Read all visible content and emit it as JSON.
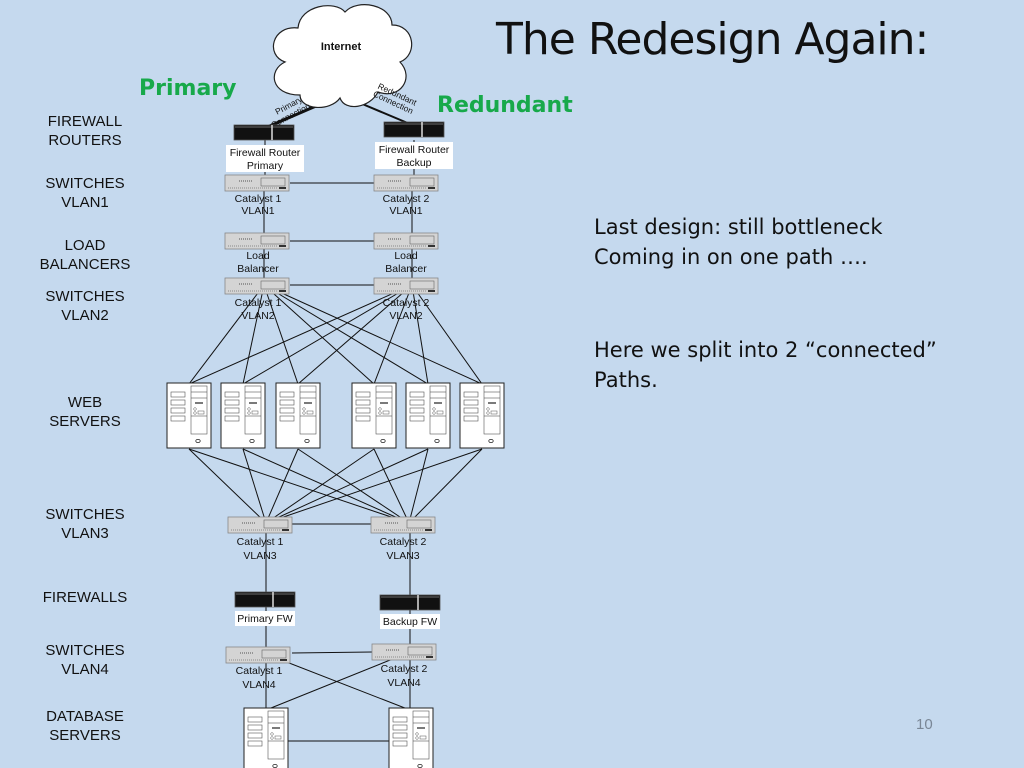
{
  "slide": {
    "title": "The Redesign Again:",
    "primary_label": "Primary",
    "redundant_label": "Redundant",
    "page_number": "10",
    "body": {
      "line1": "Last design: still bottleneck",
      "line2": "Coming in on one path ….",
      "line3": "Here we split into 2 “connected”",
      "line4": "Paths."
    },
    "colors": {
      "background": "#c5d9ee",
      "accent_green": "#17a94a"
    }
  },
  "layers": [
    {
      "line1": "FIREWALL",
      "line2": "ROUTERS"
    },
    {
      "line1": "SWITCHES",
      "line2": "VLAN1"
    },
    {
      "line1": "LOAD",
      "line2": "BALANCERS"
    },
    {
      "line1": "SWITCHES",
      "line2": "VLAN2"
    },
    {
      "line1": "WEB",
      "line2": "SERVERS"
    },
    {
      "line1": "SWITCHES",
      "line2": "VLAN3"
    },
    {
      "line1": "FIREWALLS",
      "line2": ""
    },
    {
      "line1": "SWITCHES",
      "line2": "VLAN4"
    },
    {
      "line1": "DATABASE",
      "line2": "SERVERS"
    }
  ],
  "diagram": {
    "cloud_label": "Internet",
    "primary_connection": [
      "Primary",
      "Connection"
    ],
    "redundant_connection": [
      "Redundant",
      "Connection"
    ],
    "fw_router_primary": [
      "Firewall Router",
      "Primary"
    ],
    "fw_router_backup": [
      "Firewall Router",
      "Backup"
    ],
    "vlan1": [
      [
        "Catalyst 1",
        "VLAN1"
      ],
      [
        "Catalyst 2",
        "VLAN1"
      ]
    ],
    "lb": [
      [
        "Load",
        "Balancer"
      ],
      [
        "Load",
        "Balancer"
      ]
    ],
    "vlan2": [
      [
        "Catalyst 1",
        "VLAN2"
      ],
      [
        "Catalyst 2",
        "VLAN2"
      ]
    ],
    "vlan3": [
      [
        "Catalyst 1",
        "VLAN3"
      ],
      [
        "Catalyst 2",
        "VLAN3"
      ]
    ],
    "firewalls": [
      "Primary FW",
      "Backup FW"
    ],
    "vlan4": [
      [
        "Catalyst 1",
        "VLAN4"
      ],
      [
        "Catalyst 2",
        "VLAN4"
      ]
    ],
    "web_server_count": 6,
    "db_server_count": 2
  }
}
